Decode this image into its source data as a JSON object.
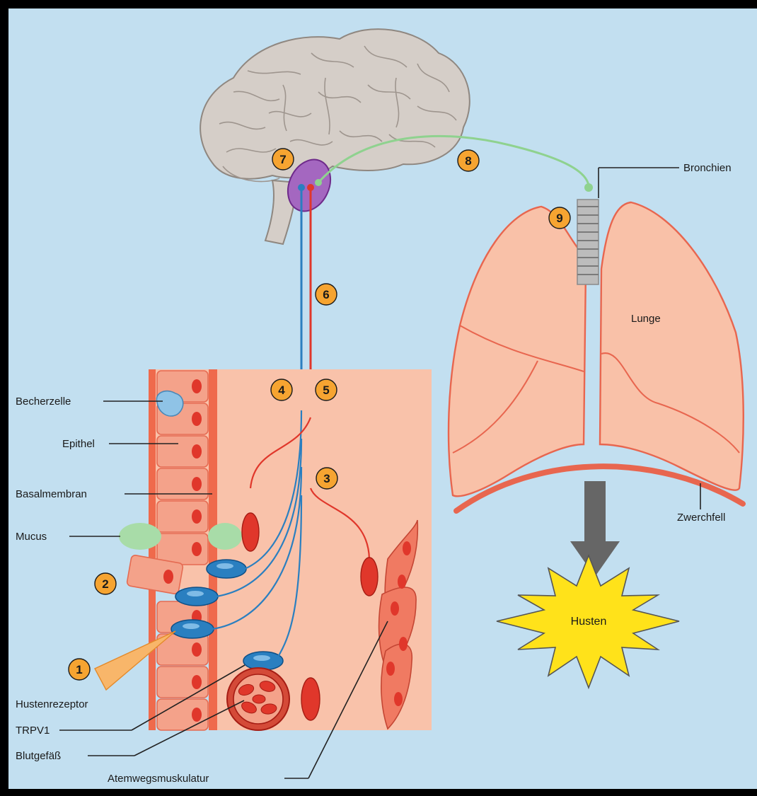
{
  "labels": {
    "becherzelle": "Becherzelle",
    "epithel": "Epithel",
    "basalmembran": "Basalmembran",
    "mucus": "Mucus",
    "hustenrezeptor": "Hustenrezeptor",
    "trpv1": "TRPV1",
    "blutgefaess": "Blutgefäß",
    "atemwegsmuskulatur": "Atemwegsmuskulatur",
    "bronchien": "Bronchien",
    "lunge": "Lunge",
    "zwerchfell": "Zwerchfell",
    "husten": "Husten"
  },
  "markers": [
    "1",
    "2",
    "3",
    "4",
    "5",
    "6",
    "7",
    "8",
    "9"
  ],
  "colors": {
    "background": "#c2dff0",
    "frame": "#000000",
    "brain": "#d5cec8",
    "brainstem": "#6e2a8a",
    "tissue": "#f9c2aa",
    "epithelium": "#f59a80",
    "lung": "#f9c1a8",
    "lung_outline": "#e8664f",
    "diaphragm": "#e8664f",
    "sensory_nerve": "#2a7fc0",
    "motor_nerve": "#e0372b",
    "vagal_efferent": "#8fd28f",
    "badge": "#f6a431",
    "cough_burst": "#ffe21a",
    "arrow": "#666666"
  }
}
